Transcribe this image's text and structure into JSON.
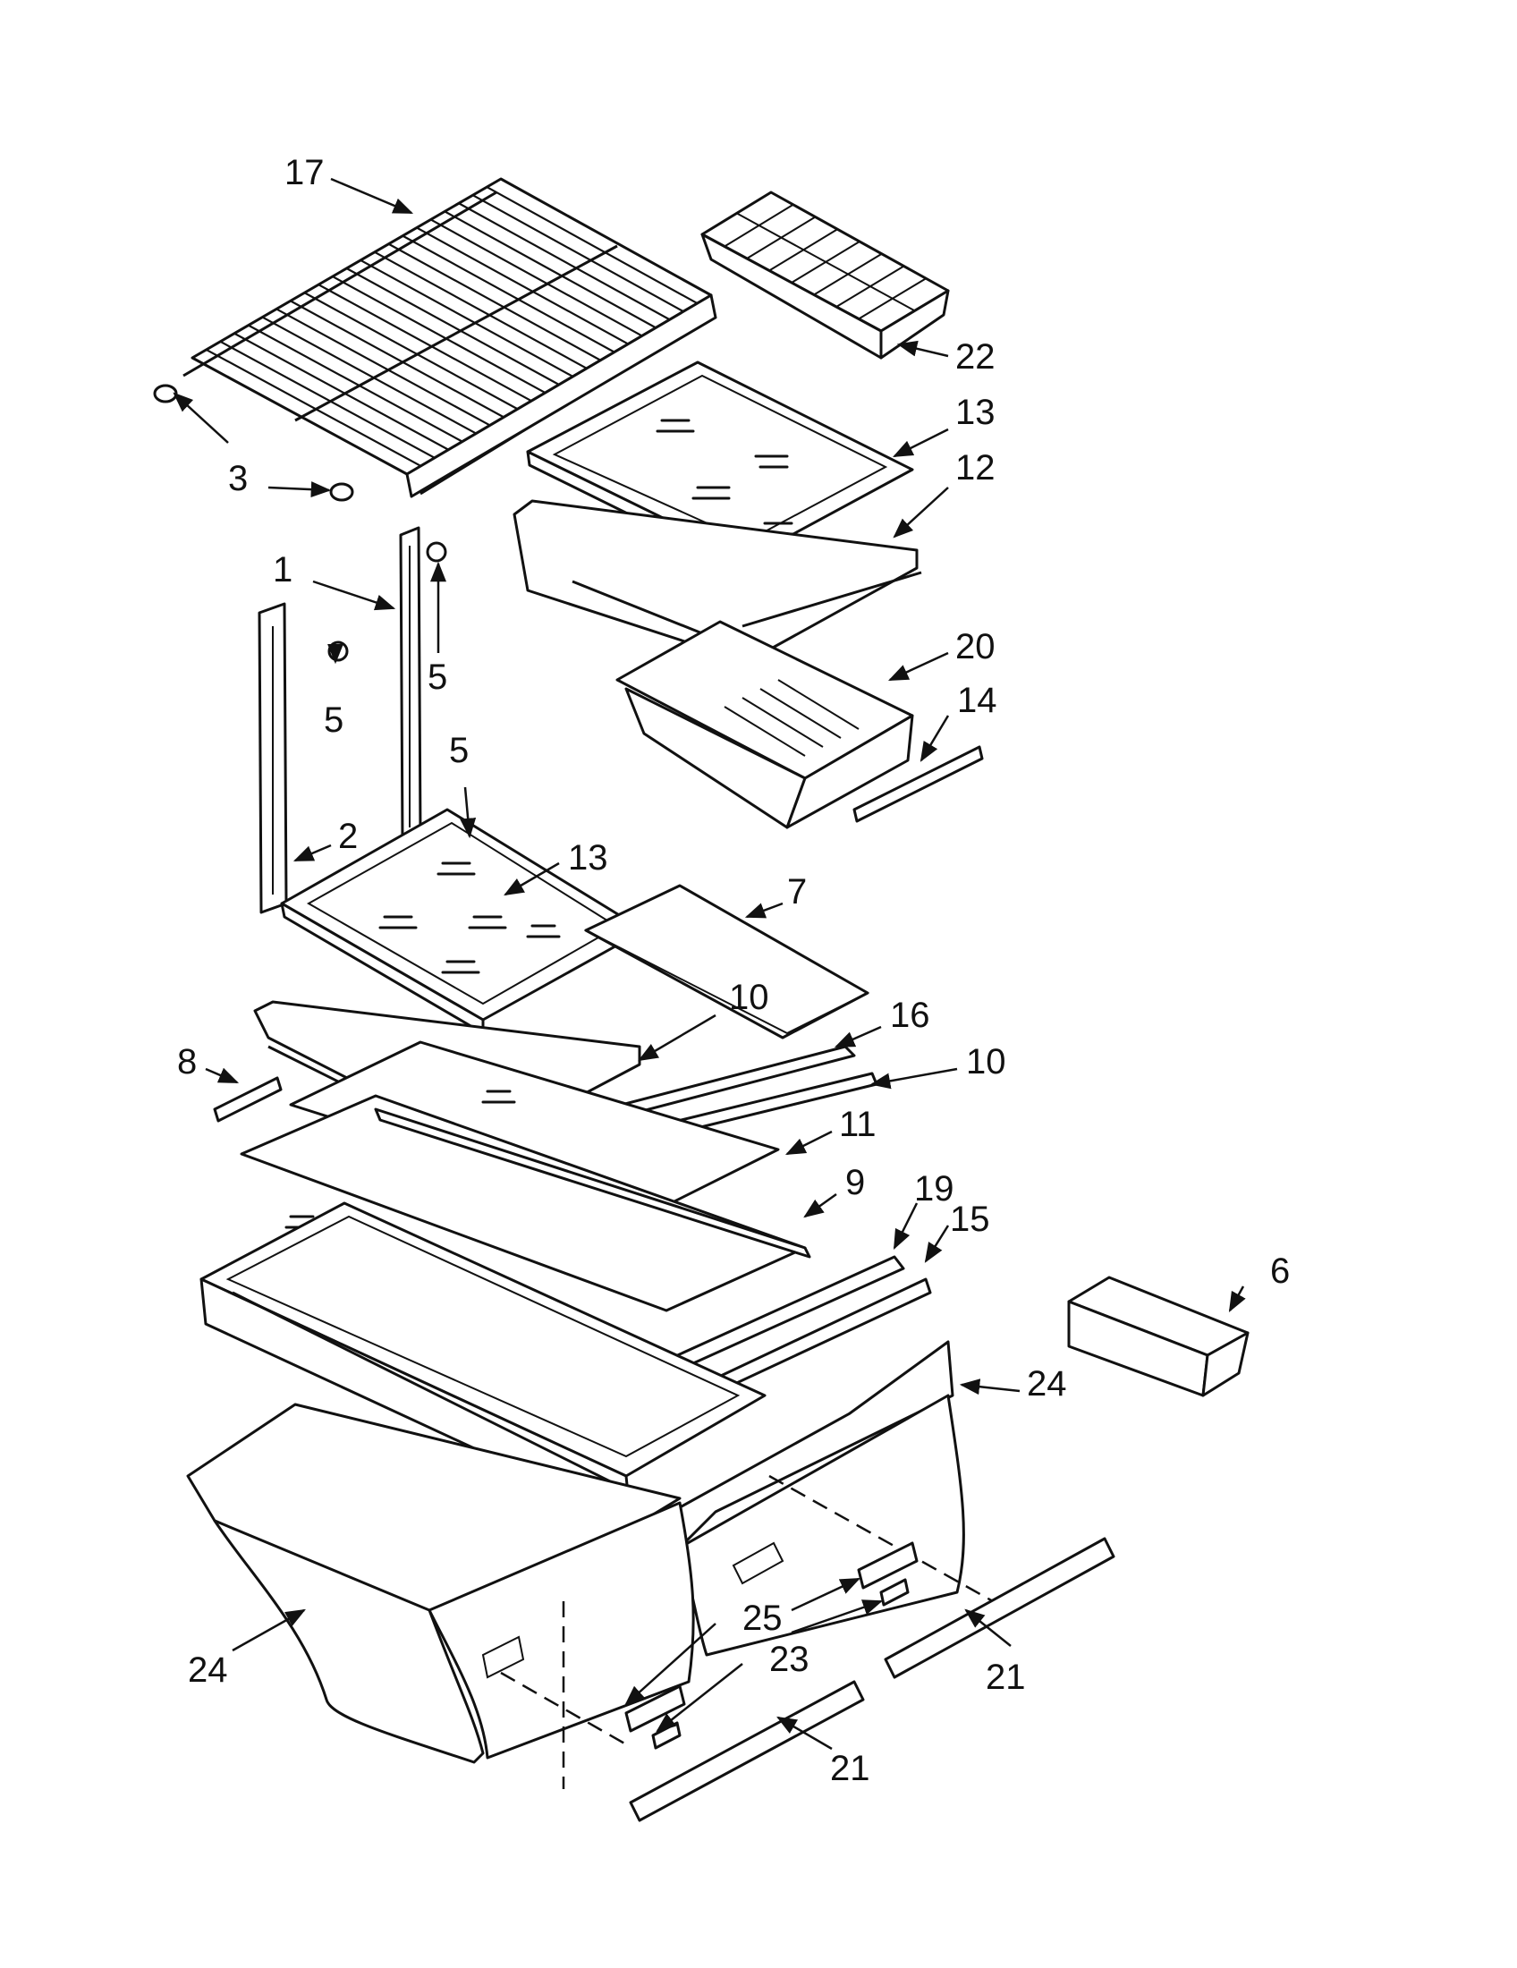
{
  "diagram": {
    "callouts": {
      "c1": "1",
      "c2": "2",
      "c3": "3",
      "c5a": "5",
      "c5b": "5",
      "c5c": "5",
      "c6": "6",
      "c7": "7",
      "c8": "8",
      "c9": "9",
      "c10a": "10",
      "c10b": "10",
      "c11": "11",
      "c12": "12",
      "c13a": "13",
      "c13b": "13",
      "c14": "14",
      "c15": "15",
      "c16": "16",
      "c17": "17",
      "c19": "19",
      "c20": "20",
      "c21a": "21",
      "c21b": "21",
      "c22": "22",
      "c23": "23",
      "c24a": "24",
      "c24b": "24",
      "c25": "25"
    }
  }
}
